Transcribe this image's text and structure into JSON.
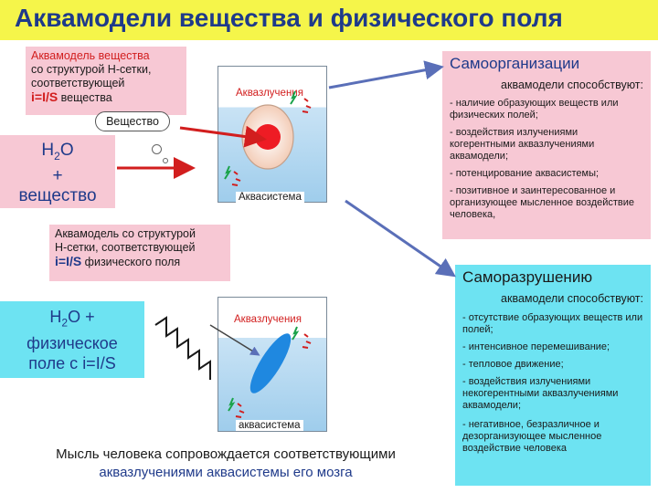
{
  "title": "Аквамодели вещества и физического поля",
  "block_substance": {
    "line1": "Аквамодель вещества",
    "line2": "со структурой Н-сетки,",
    "line3": "соответствующей",
    "formula": "i=I/S",
    "suffix": "вещества"
  },
  "cloud_label": "Вещество",
  "h2o_substance": {
    "h2o": "Н",
    "sub": "2",
    "o": "О",
    "plus": "+",
    "word": "вещество"
  },
  "beaker_top": {
    "label": "Аквасистема",
    "aqua": "Аквазлучения"
  },
  "block_field": {
    "line1": "Аквамодель со структурой",
    "line2": "Н-сетки, соответствующей",
    "formula": "i=I/S",
    "suffix": "физического поля"
  },
  "h2o_field": {
    "h2o": "Н",
    "sub": "2",
    "o": "О",
    "plus": "+",
    "line2": "физическое",
    "line3": "поле с",
    "formula": "i=I/S"
  },
  "beaker_bottom": {
    "label": "аквасистема",
    "aqua": "Аквазлучения"
  },
  "self_org": {
    "title": "Самоорганизации",
    "head": "аквамодели способствуют:",
    "items": [
      "- наличие образующих веществ или физических полей;",
      "- воздействия излучениями когерентными аквазлучениями аквамодели;",
      "- потенцирование аквасистемы;",
      "- позитивное и заинтересованное и организующее мысленное воздействие человека,"
    ]
  },
  "self_destr": {
    "title": "Саморазрушению",
    "head": "аквамодели способствуют:",
    "items": [
      "- отсутствие образующих веществ или полей;",
      "- интенсивное перемешивание;",
      "- тепловое движение;",
      "- воздействия излучениями некогерентными аквазлучениями аквамодели;",
      "- негативное, безразличное и дезорганизующее мысленное воздействие человека"
    ]
  },
  "thought": {
    "line1": "Мысль человека сопровождается соответствующими",
    "line2": "аквазлучениями аквасистемы его мозга"
  },
  "colors": {
    "title_bg": "#f5f54a",
    "title_text": "#1f3a8a",
    "pink": "#f7c8d4",
    "cyan": "#6de3f2",
    "arrow_red": "#d21e1e",
    "arrow_blue": "#5a6fb8"
  }
}
